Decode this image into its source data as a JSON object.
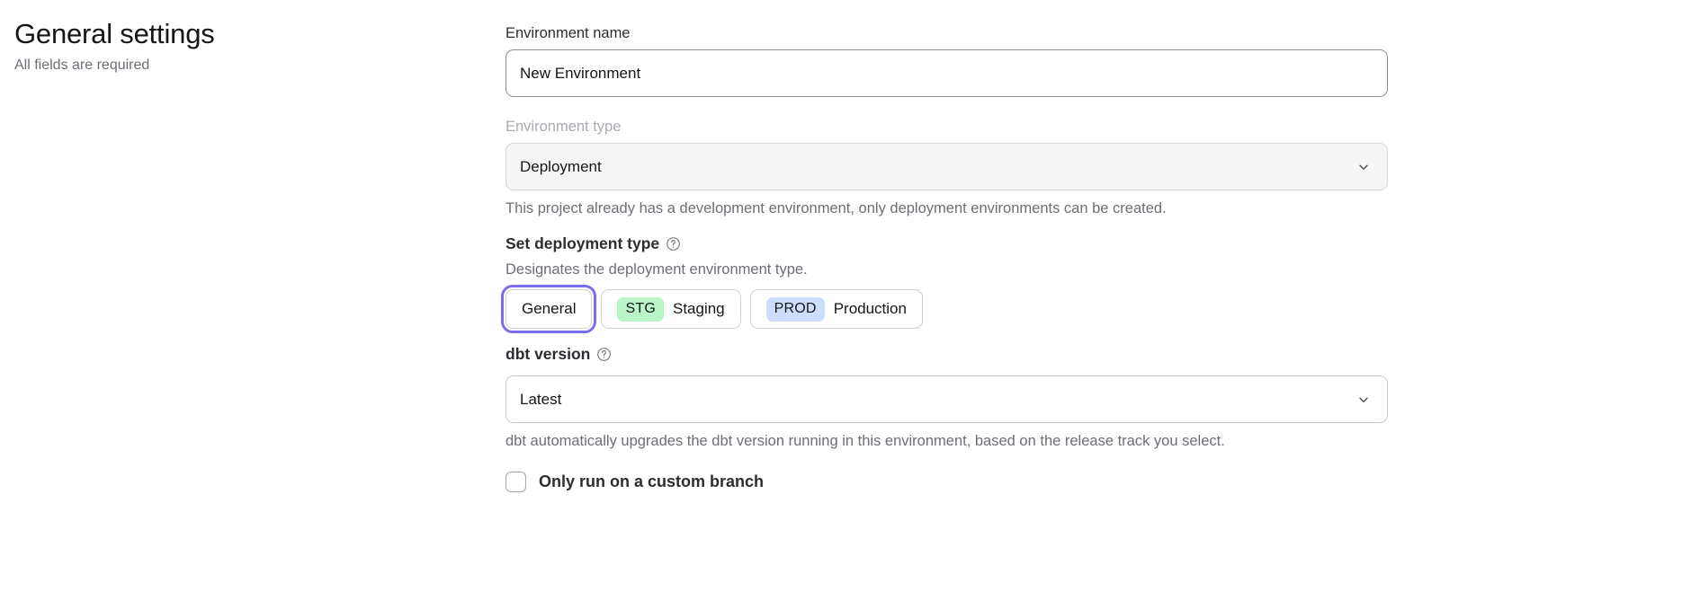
{
  "header": {
    "title": "General settings",
    "subtitle": "All fields are required"
  },
  "form": {
    "environment_name": {
      "label": "Environment name",
      "value": "New Environment",
      "placeholder": "Environment name"
    },
    "environment_type": {
      "label": "Environment type",
      "value": "Deployment",
      "disabled": true,
      "helper": "This project already has a development environment, only deployment environments can be created.",
      "chevron_icon": "chevron-down-icon"
    },
    "deployment_type": {
      "heading": "Set deployment type",
      "help_icon": "help-circle-icon",
      "description": "Designates the deployment environment type.",
      "options": [
        {
          "id": "general",
          "badge": "",
          "label": "General",
          "focused": true
        },
        {
          "id": "staging",
          "badge": "STG",
          "label": "Staging",
          "focused": false
        },
        {
          "id": "production",
          "badge": "PROD",
          "label": "Production",
          "focused": false
        }
      ]
    },
    "dbt_version": {
      "heading": "dbt version",
      "help_icon": "help-circle-icon",
      "value": "Latest",
      "helper": "dbt automatically upgrades the dbt version running in this environment, based on the release track you select.",
      "chevron_icon": "chevron-down-icon"
    },
    "custom_branch": {
      "label": "Only run on a custom branch",
      "checked": false
    }
  },
  "colors": {
    "focus_ring": "#7c6cf0",
    "staging_badge": "#b9f5c7",
    "production_badge": "#ccdefb",
    "muted_text": "#6d6f76",
    "disabled_field": "#f5f5f6"
  }
}
